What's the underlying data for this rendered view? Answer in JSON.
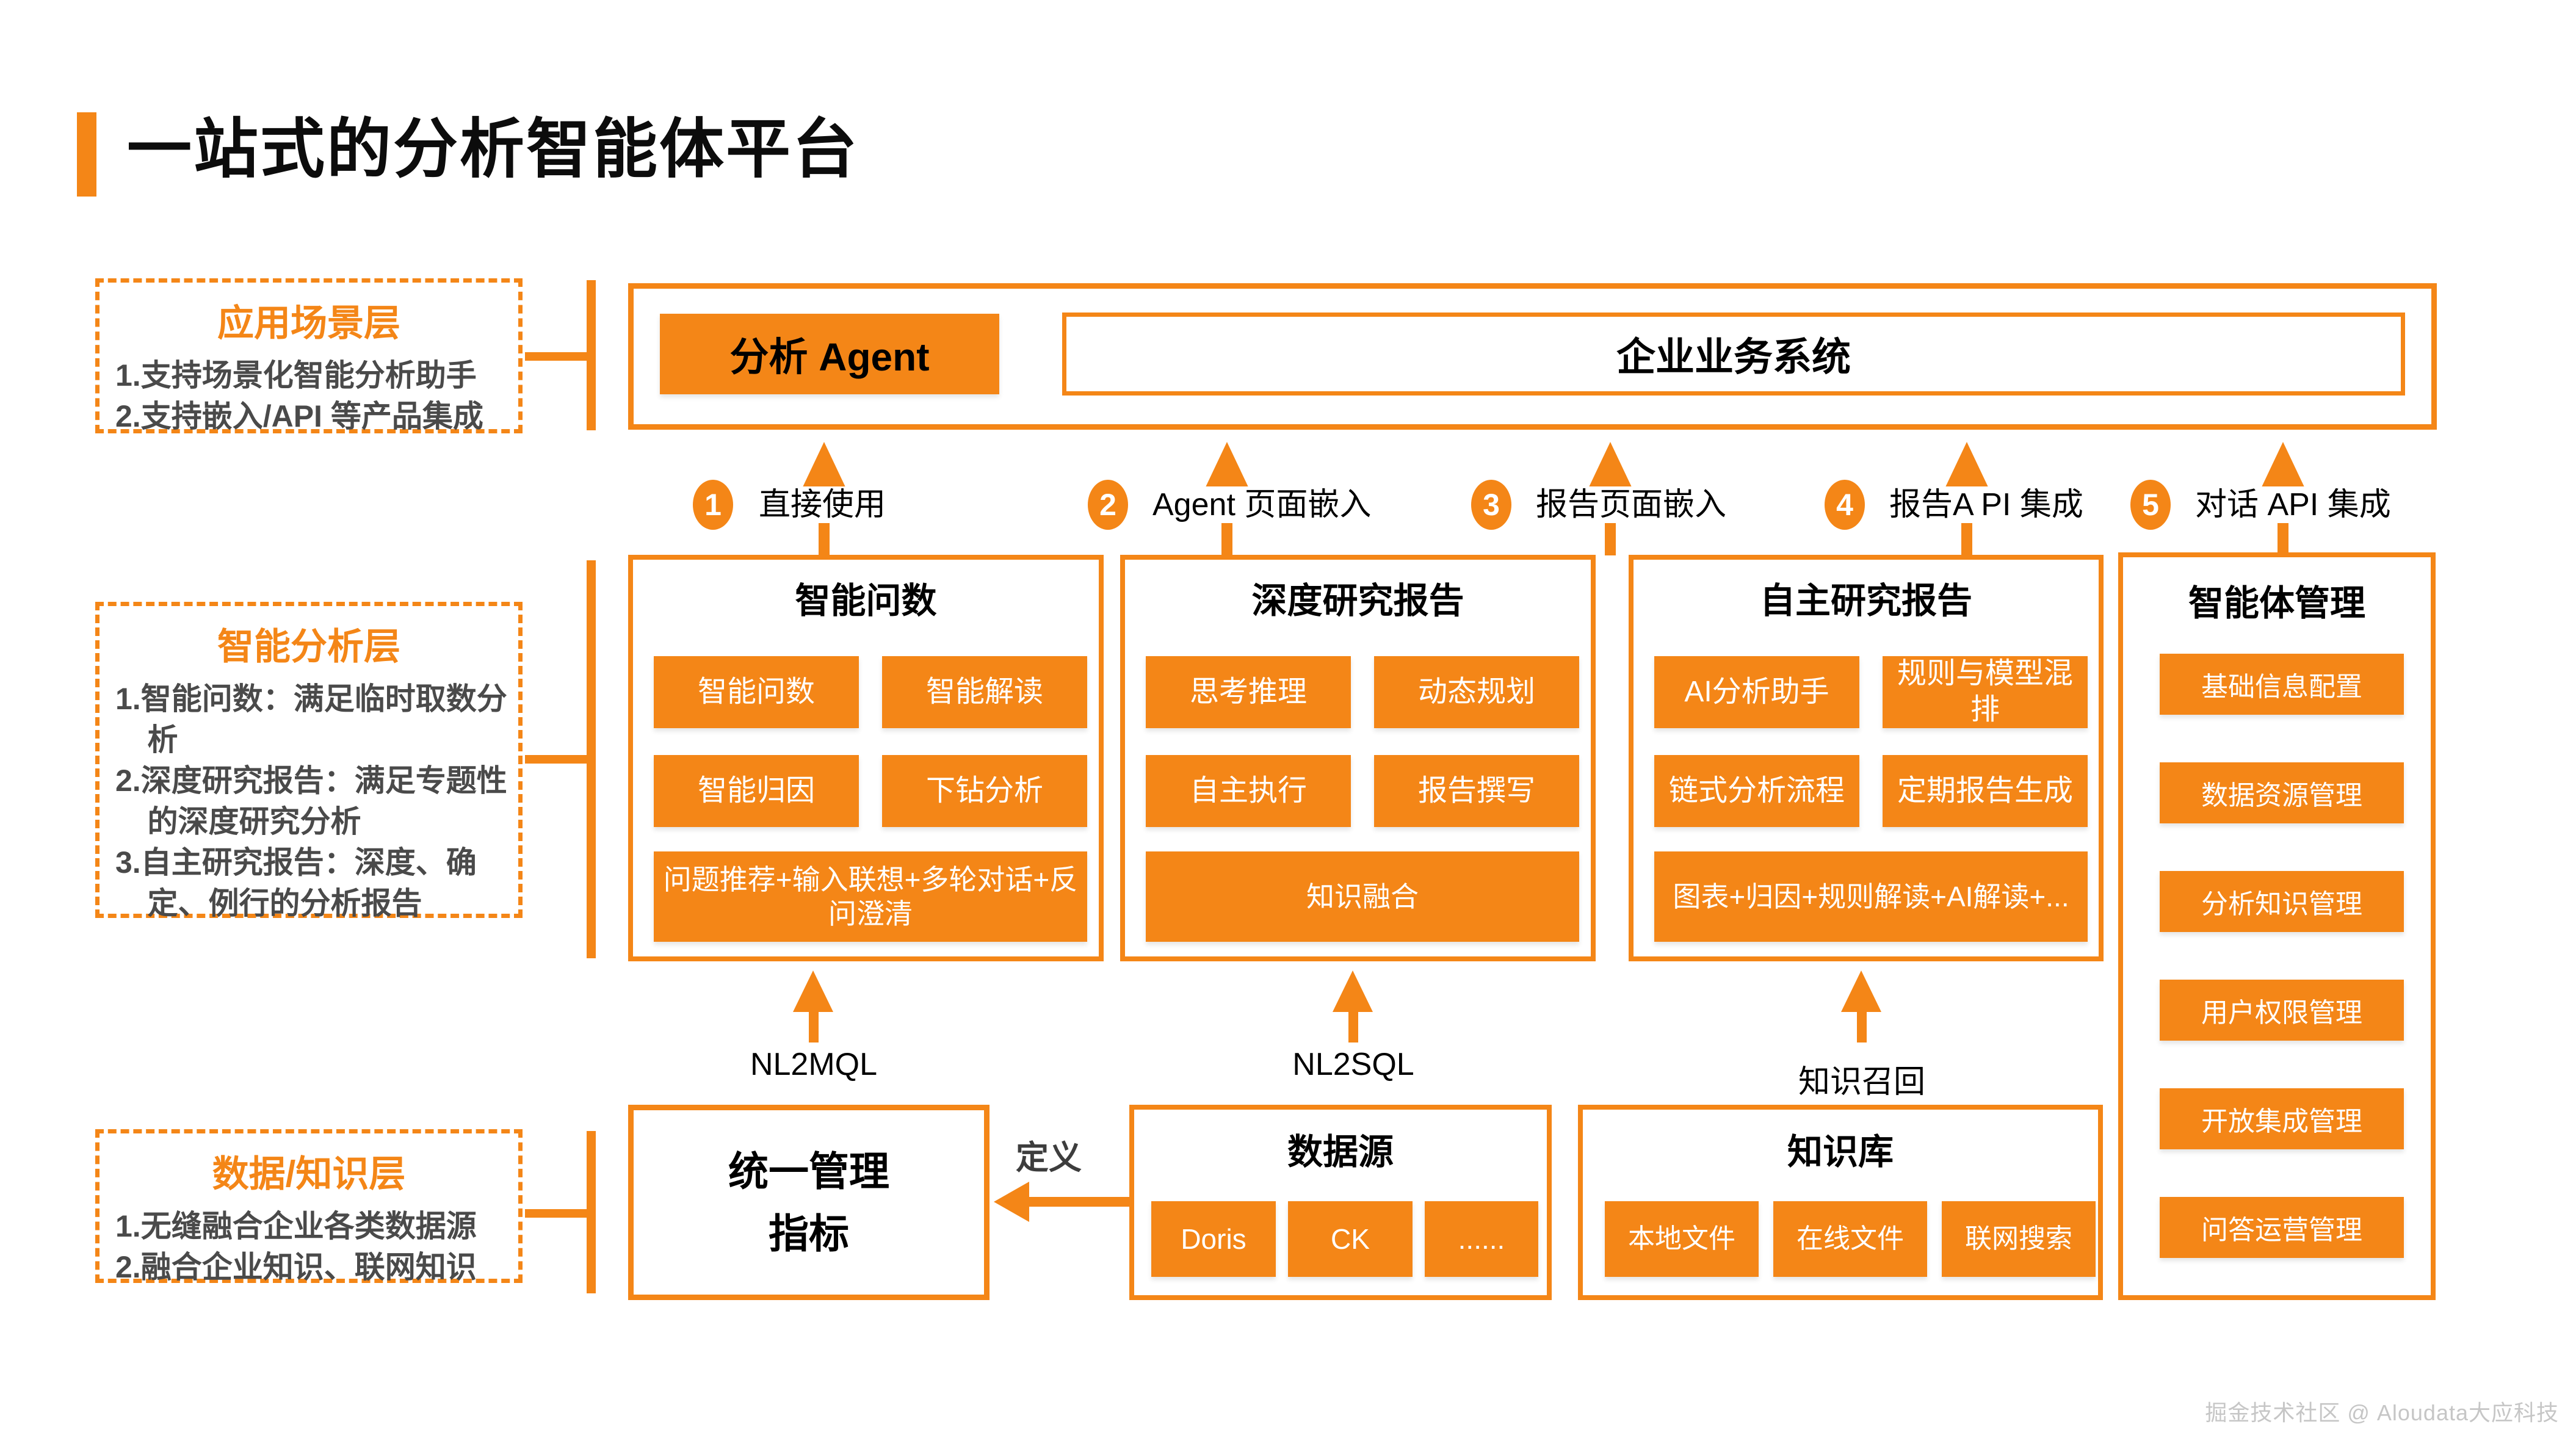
{
  "title": "一站式的分析智能体平台",
  "colors": {
    "accent": "#F48617",
    "body_text": "#4A4A4A",
    "watermark": "#C6C6C6"
  },
  "layers": {
    "application": {
      "title": "应用场景层",
      "items": [
        "1.支持场景化智能分析助手",
        "2.支持嵌入/API 等产品集成"
      ]
    },
    "analysis": {
      "title": "智能分析层",
      "items": [
        "1.智能问数：满足临时取数分析",
        "2.深度研究报告：满足专题性的深度研究分析",
        "3.自主研究报告：深度、确定、例行的分析报告"
      ]
    },
    "data_knowledge": {
      "title": "数据/知识层",
      "items": [
        "1.无缝融合企业各类数据源",
        "2.融合企业知识、联网知识"
      ]
    }
  },
  "top_row": {
    "agent_label": "分析 Agent",
    "business_label": "企业业务系统"
  },
  "access_modes": [
    {
      "num": "1",
      "label": "直接使用"
    },
    {
      "num": "2",
      "label": "Agent 页面嵌入"
    },
    {
      "num": "3",
      "label": "报告页面嵌入"
    },
    {
      "num": "4",
      "label": "报告A PI 集成"
    },
    {
      "num": "5",
      "label": "对话 API 集成"
    }
  ],
  "modules": [
    {
      "title": "智能问数",
      "cells": [
        "智能问数",
        "智能解读",
        "智能归因",
        "下钻分析"
      ],
      "footer": "问题推荐+输入联想+多轮对话+反问澄清"
    },
    {
      "title": "深度研究报告",
      "cells": [
        "思考推理",
        "动态规划",
        "自主执行",
        "报告撰写"
      ],
      "footer": "知识融合"
    },
    {
      "title": "自主研究报告",
      "cells": [
        "AI分析助手",
        "规则与模型混排",
        "链式分析流程",
        "定期报告生成"
      ],
      "footer": "图表+归因+规则解读+AI解读+..."
    }
  ],
  "management": {
    "title": "智能体管理",
    "items": [
      "基础信息配置",
      "数据资源管理",
      "分析知识管理",
      "用户权限管理",
      "开放集成管理",
      "问答运营管理"
    ]
  },
  "bridges": [
    {
      "label": "NL2MQL"
    },
    {
      "label": "NL2SQL"
    },
    {
      "label": "知识召回"
    }
  ],
  "bottom_row": {
    "metrics_line1": "统一管理",
    "metrics_line2": "指标",
    "define_label": "定义",
    "datasource": {
      "title": "数据源",
      "items": [
        "Doris",
        "CK",
        "......"
      ]
    },
    "knowledge": {
      "title": "知识库",
      "items": [
        "本地文件",
        "在线文件",
        "联网搜索"
      ]
    }
  },
  "watermark": "掘金技术社区 @ Aloudata大应科技"
}
